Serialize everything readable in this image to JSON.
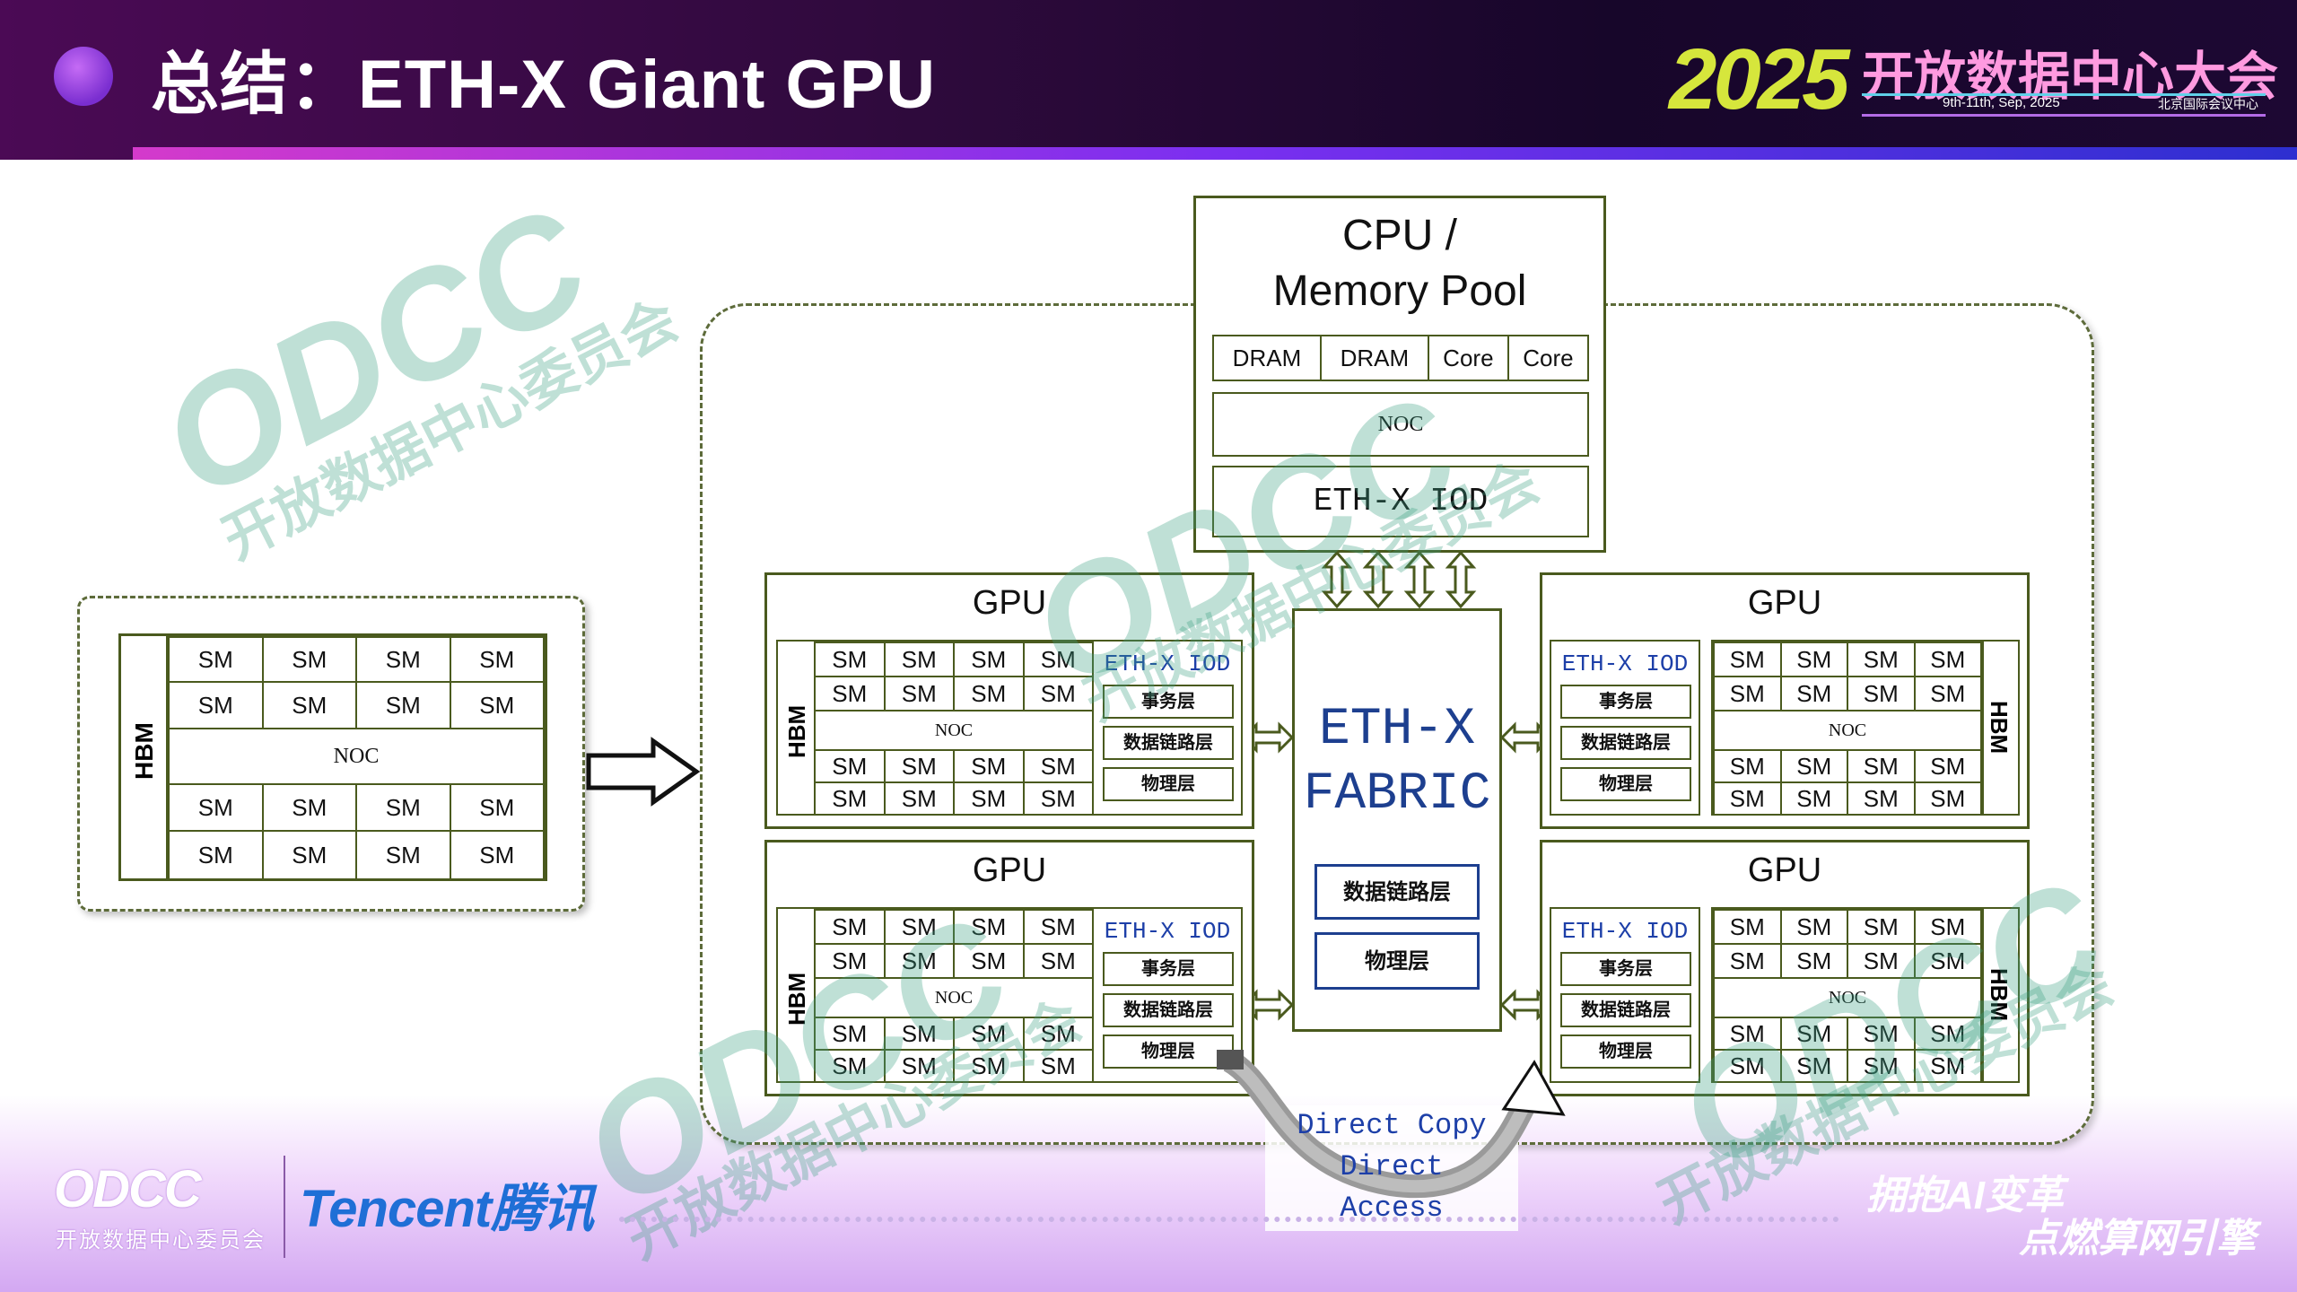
{
  "header": {
    "title": "总结：ETH-X Giant GPU",
    "event_year": "2025",
    "event_name": "开放数据中心大会",
    "event_date": "9th-11th, Sep, 2025",
    "event_venue": "北京国际会议中心"
  },
  "left_gpu": {
    "hbm_label": "HBM",
    "noc_label": "NOC",
    "sm_label": "SM"
  },
  "cpu_pool": {
    "title_line1": "CPU /",
    "title_line2": "Memory Pool",
    "cells": [
      "DRAM",
      "DRAM",
      "Core",
      "Core"
    ],
    "noc_label": "NOC",
    "iod_label": "ETH-X IOD"
  },
  "fabric": {
    "line1": "ETH-X",
    "line2": "FABRIC",
    "layers": [
      "数据链路层",
      "物理层"
    ]
  },
  "gpu_node": {
    "title": "GPU",
    "hbm_label": "HBM",
    "noc_label": "NOC",
    "sm_label": "SM",
    "iod_title": "ETH-X IOD",
    "iod_layers": [
      "事务层",
      "数据链路层",
      "物理层"
    ]
  },
  "direct_copy": {
    "line1": "Direct Copy",
    "line2": "Direct",
    "line3": "Access"
  },
  "watermark": {
    "logo": "ODCC",
    "text": "开放数据中心委员会"
  },
  "footer": {
    "odcc_logo": "ODCC",
    "odcc_sub": "开放数据中心委员会",
    "tencent": "Tencent腾讯",
    "slogan_line1": "拥抱AI变革",
    "slogan_line2": "点燃算网引擎"
  },
  "colors": {
    "box_border": "#4a5a1e",
    "iod_text": "#1d3fa8",
    "fabric_text": "#1d3f8f",
    "header_bg": "#2e0a3c",
    "accent_yellow": "#d6e63c"
  }
}
